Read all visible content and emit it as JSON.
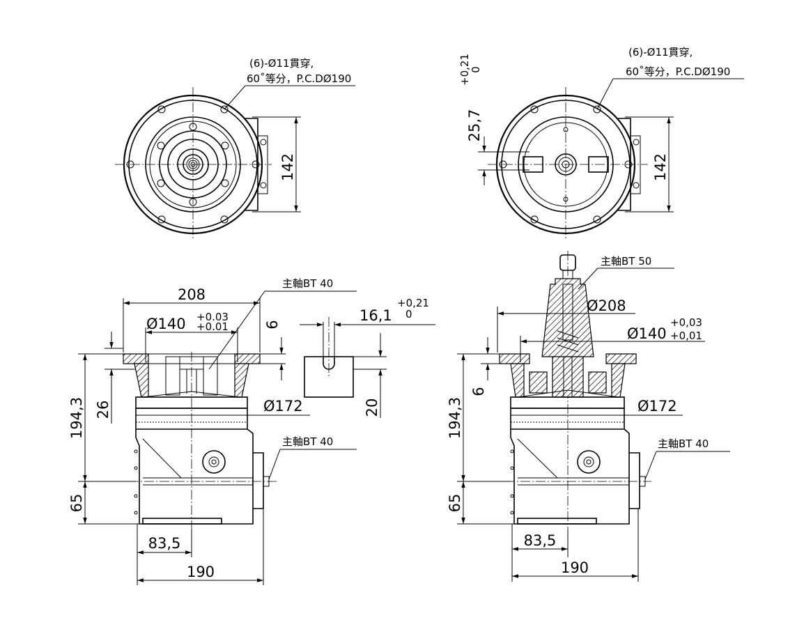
{
  "top_left": {
    "note_line1": "(6)-Ø11貫穿,",
    "note_line2": "60˚等分，P.C.DØ190",
    "dim_height": "142"
  },
  "top_right": {
    "note_line1": "(6)-Ø11貫穿,",
    "note_line2": "60˚等分，P.C.DØ190",
    "dim_height": "142",
    "dim_offset": "25,7",
    "dim_offset_tol_upper": "+0,21",
    "dim_offset_tol_lower": "0"
  },
  "bottom_left": {
    "spindle_label": "主軸BT 40",
    "side_spindle_label": "主軸BT 40",
    "dim_width_top": "208",
    "dim_bore": "Ø140",
    "dim_bore_tol_upper": "+0.03",
    "dim_bore_tol_lower": "+0.01",
    "dim_flange": "6",
    "dim_step": "26",
    "dim_diameter": "Ø172",
    "dim_height": "194,3",
    "dim_lower": "65",
    "dim_offset": "83,5",
    "dim_width": "190"
  },
  "keyway_detail": {
    "dim_width": "16,1",
    "dim_width_tol_upper": "+0,21",
    "dim_width_tol_lower": "0",
    "dim_height": "20"
  },
  "bottom_right": {
    "spindle_label": "主軸BT 50",
    "side_spindle_label": "主軸BT 40",
    "dim_diameter_top": "Ø208",
    "dim_bore": "Ø140",
    "dim_bore_tol_upper": "+0,03",
    "dim_bore_tol_lower": "+0,01",
    "dim_flange": "6",
    "dim_diameter": "Ø172",
    "dim_height": "194,3",
    "dim_lower": "65",
    "dim_offset": "83,5",
    "dim_width": "190"
  }
}
